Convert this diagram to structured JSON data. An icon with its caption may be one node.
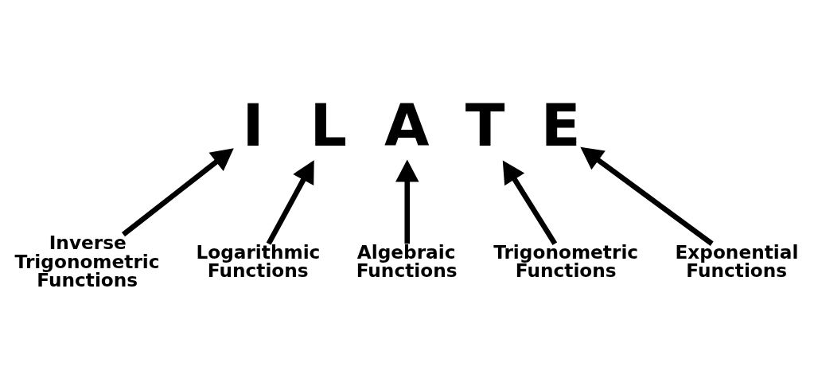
{
  "diagram": {
    "nodes": [
      {
        "text": [
          "I"
        ]
      },
      {
        "text": [
          "L"
        ]
      },
      {
        "text": [
          "A"
        ]
      },
      {
        "text": [
          "T"
        ]
      },
      {
        "text": [
          "E"
        ]
      },
      {
        "text": [
          "Inverse Trigonometric Functions"
        ]
      },
      {
        "text": [
          "Logarithmic Functions"
        ]
      },
      {
        "text": [
          "Algebraic Functions"
        ]
      },
      {
        "text": [
          "Trigonometric Functions"
        ]
      },
      {
        "text": [
          "Exponential Functions"
        ]
      }
    ],
    "edges": [
      {
        "from": 5,
        "to": 0,
        "arrow": "to"
      },
      {
        "from": 6,
        "to": 1,
        "arrow": "to"
      },
      {
        "from": 7,
        "to": 2,
        "arrow": "to"
      },
      {
        "from": 8,
        "to": 3,
        "arrow": "to"
      },
      {
        "from": 9,
        "to": 4,
        "arrow": "to"
      }
    ]
  }
}
